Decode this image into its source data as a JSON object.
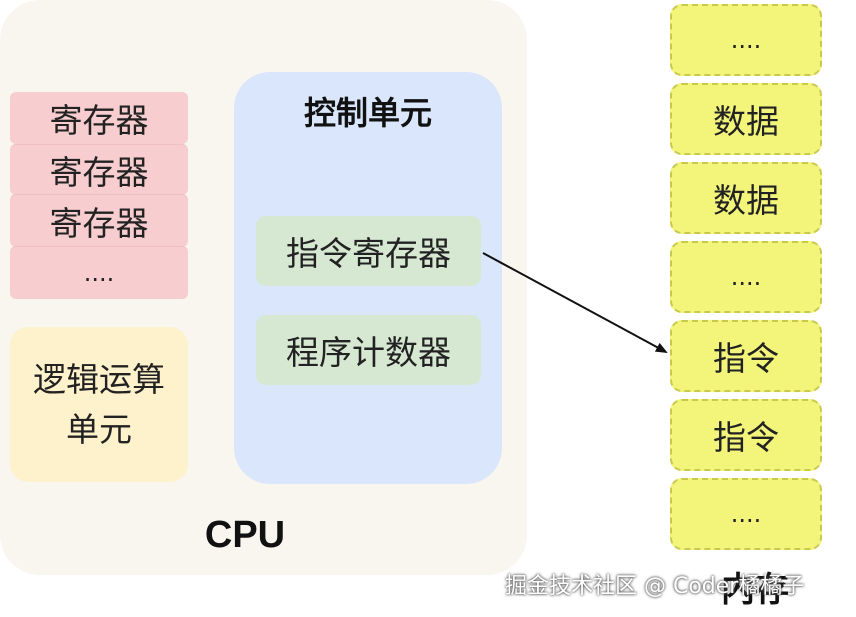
{
  "cpu": {
    "label": "CPU",
    "registers": [
      "寄存器",
      "寄存器",
      "寄存器",
      "...."
    ],
    "alu": {
      "line1": "逻辑运算",
      "line2": "单元"
    },
    "control_unit": {
      "title": "控制单元",
      "items": [
        "指令寄存器",
        "程序计数器"
      ]
    }
  },
  "memory": {
    "label": "内存",
    "cells": [
      "....",
      "数据",
      "数据",
      "....",
      "指令",
      "指令",
      "...."
    ]
  },
  "watermark": "掘金技术社区 @ Coder橘橘子",
  "colors": {
    "cpu_bg": "#f8f6ee",
    "register": "#f7cdcf",
    "alu": "#fdf2cc",
    "control_unit": "#d9e6fb",
    "cu_item": "#d7e8d2",
    "memory_cell": "#f3f57a"
  }
}
